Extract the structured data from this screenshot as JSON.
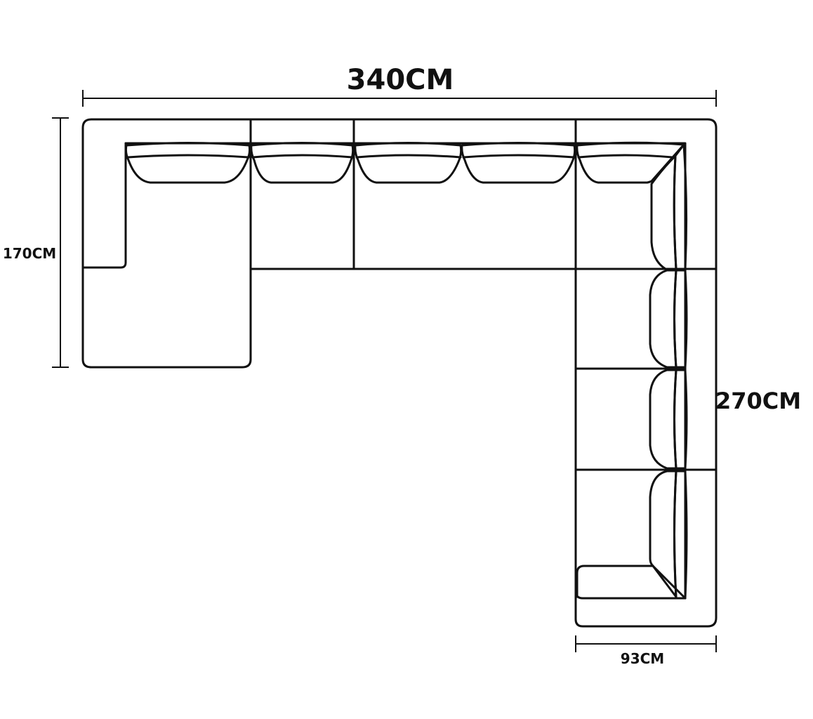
{
  "dimensions": {
    "width_total": "340CM",
    "left_depth": "170CM",
    "right_length": "270CM",
    "seat_depth": "93CM"
  }
}
